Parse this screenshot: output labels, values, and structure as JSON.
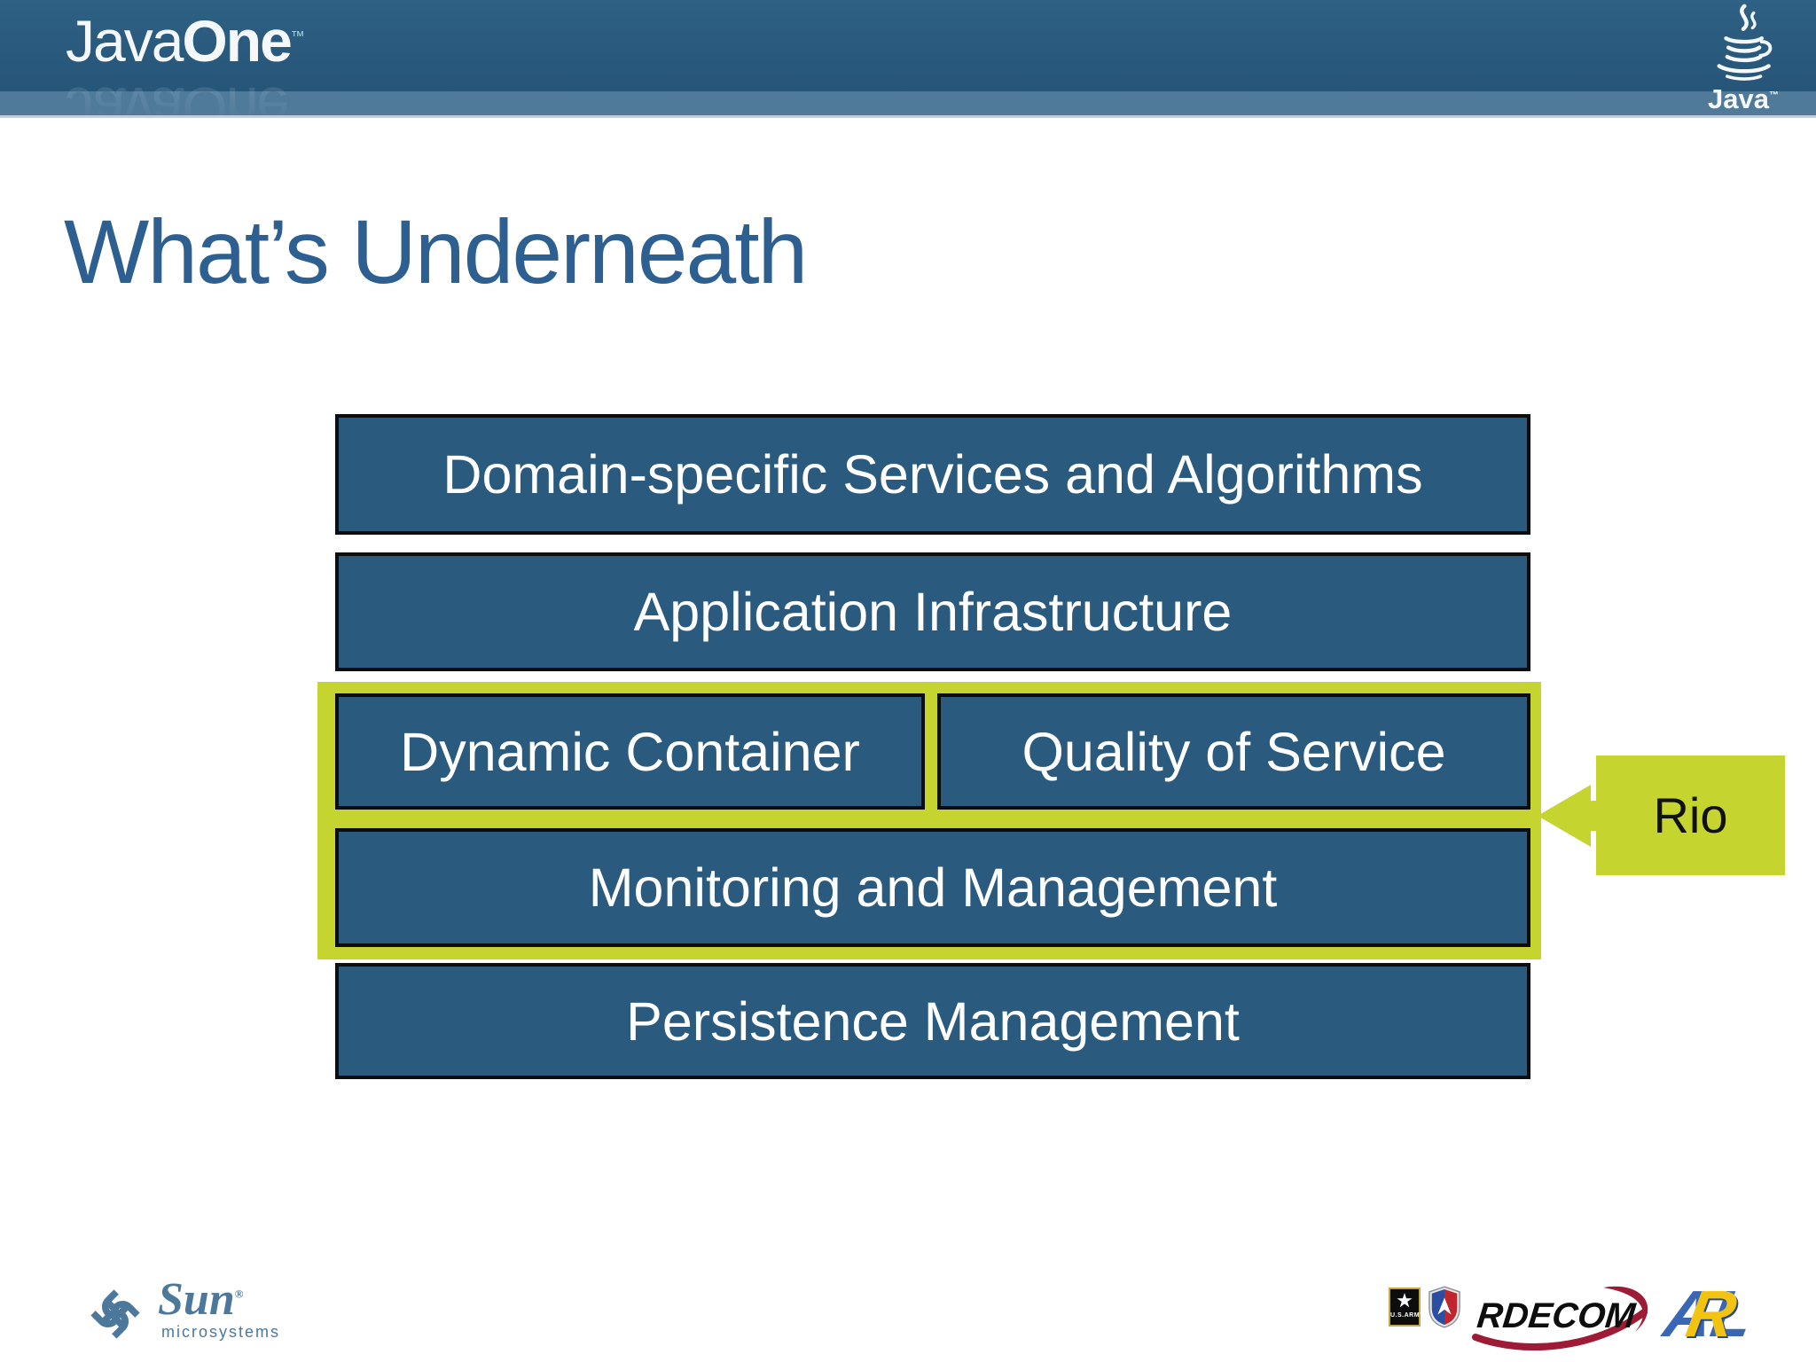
{
  "header": {
    "brand_java": "Java",
    "brand_one": "One",
    "brand_tm": "™",
    "java_label": "Java",
    "java_tm": "™"
  },
  "title": "What’s Underneath",
  "stack": {
    "layers": [
      {
        "label": "Domain-specific Services and Algorithms"
      },
      {
        "label": "Application Infrastructure"
      },
      {
        "label": "Dynamic Container"
      },
      {
        "label": "Quality of Service"
      },
      {
        "label": "Monitoring and Management"
      },
      {
        "label": "Persistence Management"
      }
    ],
    "callout": {
      "label": "Rio"
    }
  },
  "footer": {
    "sun_name": "Sun",
    "sun_reg": "®",
    "sun_sub": "microsystems",
    "army_star": "★",
    "army_label": "U.S.ARMY",
    "rdecom_label": "RDECOM",
    "arl_a": "A",
    "arl_r": "R",
    "arl_l": "L"
  },
  "colors": {
    "box_fill": "#2a5a7e",
    "box_border": "#0d0d0d",
    "highlight": "#c6d42f",
    "title_text": "#2d6090",
    "header_dark": "#2a5c80",
    "header_band": "#4f7a99",
    "sun_blue": "#4c789c",
    "arl_blue": "#3a67b5",
    "arl_yellow": "#f2c411",
    "rdecom_red": "#9e1b35"
  }
}
